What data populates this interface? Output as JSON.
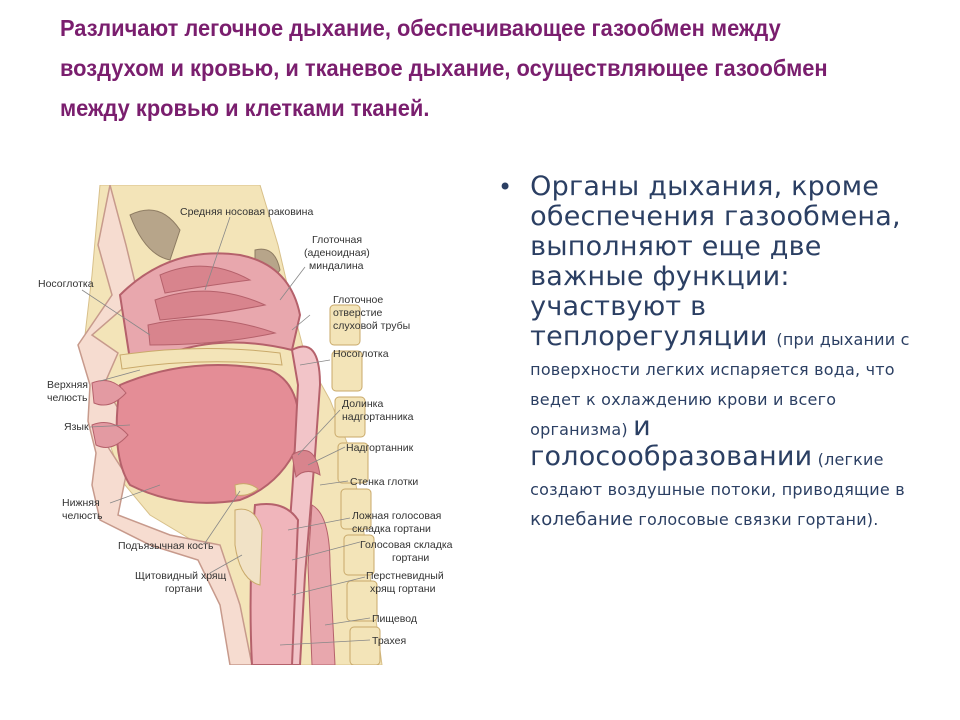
{
  "slide": {
    "title": "Различают легочное дыхание, обеспечивающее газообмен между воздухом и кровью, и тканевое дыхание, осуществляющее  газообмен между кровью и клетками тканей."
  },
  "bullet": {
    "part1": "Органы дыхания, кроме обеспечения газообмена, выполняют еще две важные функции: участвуют в теплорегуляции ",
    "part2": "(при дыхании с поверхности легких испаряется вода, что ведет к охлаждению крови и всего организма) ",
    "part3": "и голосообразовании",
    "part4": " (легкие создают воздушные потоки, приводящие в ",
    "part5": "колебание",
    "part6": " голосовые связки гортани)."
  },
  "diagram": {
    "labels": {
      "srednyaya_rakovina": "Средняя носовая раковина",
      "glotochnaya_1": "Глоточная",
      "glotochnaya_2": "(аденоидная)",
      "glotochnaya_3": "миндалина",
      "nosoglotka_left": "Носоглотка",
      "otverstie_1": "Глоточное",
      "otverstie_2": "отверстие",
      "otverstie_3": "слуховой трубы",
      "nosoglotka_right": "Носоглотка",
      "verkhnyaya_1": "Верхняя",
      "verkhnyaya_2": "челюсть",
      "dolinka_1": "Долинка",
      "dolinka_2": "надгортанника",
      "yazyk": "Язык",
      "nadgortannik": "Надгортанник",
      "stenka": "Стенка глотки",
      "nizhnyaya_1": "Нижняя",
      "nizhnyaya_2": "челюсть",
      "lozhnaya_1": "Ложная голосовая",
      "lozhnaya_2": "складка гортани",
      "golosovaya_1": "Голосовая складка",
      "golosovaya_2": "гортани",
      "podyazychnaya": "Подъязычная кость",
      "shchitovidny_1": "Щитовидный хрящ",
      "shchitovidny_2": "гортани",
      "perstnevidny_1": "Перстневидный",
      "perstnevidny_2": "хрящ гортани",
      "pishchevod": "Пищевод",
      "trakheya": "Трахея"
    }
  }
}
